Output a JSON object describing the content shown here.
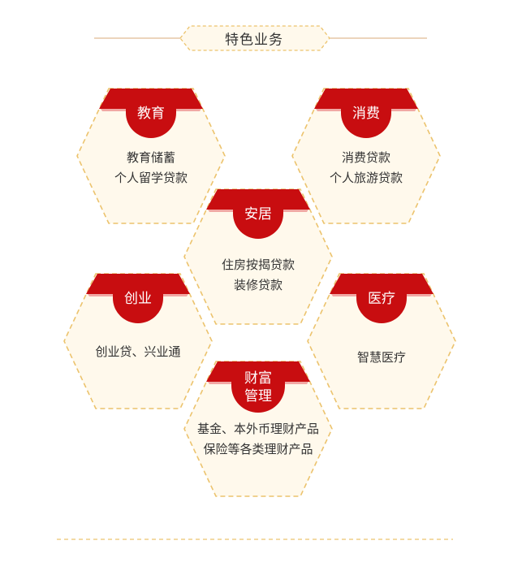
{
  "header": {
    "title": "特色业务"
  },
  "colors": {
    "accent_red": "#c80d10",
    "ribbon_pink": "#f1a8a4",
    "dash_gold": "#ecc36d",
    "card_fill": "#fff9ec",
    "text": "#333333"
  },
  "cards": [
    {
      "id": "education",
      "label": "教育",
      "lines": [
        "教育储蓄",
        "个人留学贷款"
      ]
    },
    {
      "id": "consumer",
      "label": "消费",
      "lines": [
        "消费贷款",
        "个人旅游贷款"
      ]
    },
    {
      "id": "housing",
      "label": "安居",
      "lines": [
        "住房按揭贷款",
        "装修贷款"
      ]
    },
    {
      "id": "startup",
      "label": "创业",
      "lines": [
        "创业贷、兴业通"
      ]
    },
    {
      "id": "medical",
      "label": "医疗",
      "lines": [
        "智慧医疗"
      ]
    },
    {
      "id": "wealth",
      "label": "财富\n管理",
      "lines": [
        "基金、本外币理财产品",
        "保险等各类理财产品"
      ]
    }
  ]
}
